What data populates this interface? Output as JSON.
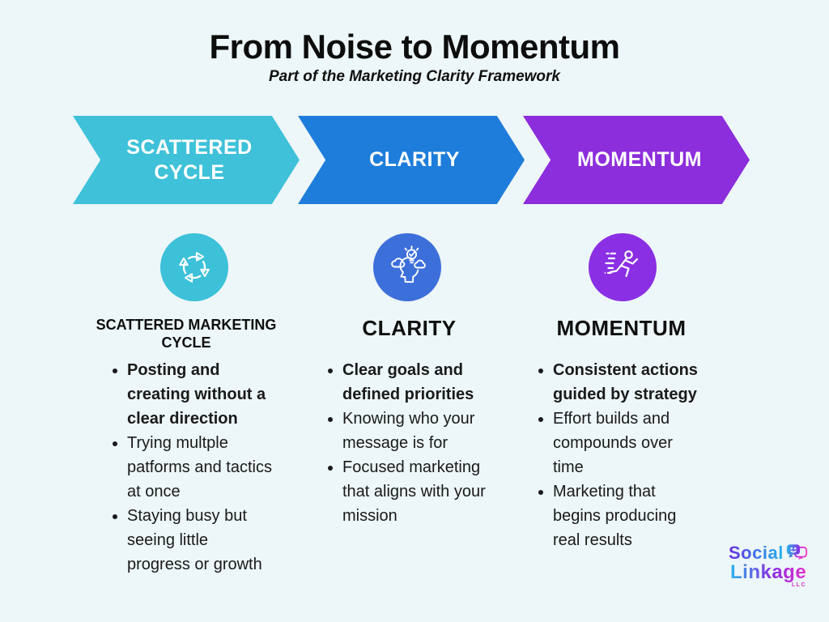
{
  "header": {
    "title": "From Noise to Momentum",
    "subtitle": "Part of the Marketing Clarity Framework"
  },
  "background_color": "#edf6f8",
  "stages": [
    {
      "arrow_label": "SCATTERED CYCLE",
      "arrow_color": "#3ec1d9",
      "circle_color": "#3cc1d9",
      "icon": "cycle-arrows-icon",
      "heading": "SCATTERED MARKETING CYCLE",
      "bullets": [
        {
          "text": "Posting and creating without a clear direction",
          "bold": true
        },
        {
          "text": "Trying multple patforms and tactics at once",
          "bold": false
        },
        {
          "text": "Staying busy but seeing little progress or growth",
          "bold": false
        }
      ]
    },
    {
      "arrow_label": "CLARITY",
      "arrow_color": "#1e7dda",
      "circle_color": "#3d6fdb",
      "icon": "head-lightbulb-icon",
      "heading": "CLARITY",
      "bullets": [
        {
          "text": "Clear goals and defined priorities",
          "bold": true
        },
        {
          "text": "Knowing who your message is for",
          "bold": false
        },
        {
          "text": "Focused marketing that aligns with your mission",
          "bold": false
        }
      ]
    },
    {
      "arrow_label": "MOMENTUM",
      "arrow_color": "#8c2edb",
      "circle_color": "#8a2fe3",
      "icon": "running-person-icon",
      "heading": "MOMENTUM",
      "bullets": [
        {
          "text": "Consistent actions guided by strategy",
          "bold": true
        },
        {
          "text": "Effort builds and compounds over time",
          "bold": false
        },
        {
          "text": "Marketing that begins producing real results",
          "bold": false
        }
      ]
    }
  ],
  "logo": {
    "word1": "Social",
    "word2": "Linkage",
    "suffix": "LLC",
    "gradient_blue": "#2bb3ea",
    "gradient_purple": "#8a2be2",
    "gradient_pink": "#e433cc"
  }
}
